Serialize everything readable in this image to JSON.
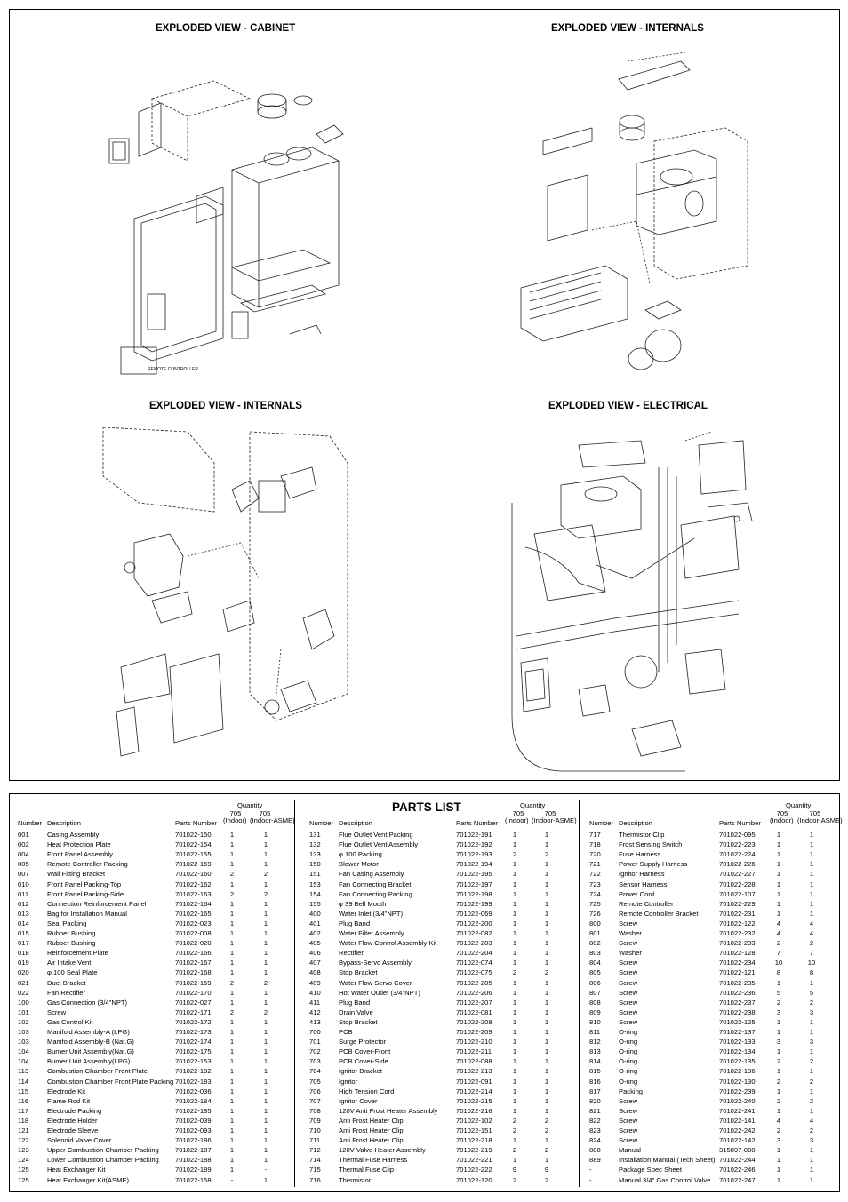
{
  "sections": {
    "cabinet": "EXPLODED VIEW - CABINET",
    "internals_top": "EXPLODED VIEW - INTERNALS",
    "internals_bottom": "EXPLODED VIEW - INTERNALS",
    "electrical": "EXPLODED VIEW - ELECTRICAL",
    "remote_controller_label": "REMOTE CONTROLLER"
  },
  "parts_list": {
    "title": "PARTS LIST",
    "header": {
      "quantity": "Quantity",
      "number": "Number",
      "description": "Description",
      "parts_number": "Parts Number",
      "q1_model": "705",
      "q1_sub": "(Indoor)",
      "q2_model": "705",
      "q2_sub": "(Indoor-ASME)"
    },
    "columns": [
      [
        [
          "001",
          "Casing Assembly",
          "701022-150",
          "1",
          "1"
        ],
        [
          "002",
          "Heat Protection Plate",
          "701022-154",
          "1",
          "1"
        ],
        [
          "004",
          "Front Panel Assembly",
          "701022-155",
          "1",
          "1"
        ],
        [
          "005",
          "Remote Controller Packing",
          "701022-159",
          "1",
          "1"
        ],
        [
          "007",
          "Wall Fitting Bracket",
          "701022-160",
          "2",
          "2"
        ],
        [
          "010",
          "Front Panel Packing-Top",
          "701022-162",
          "1",
          "1"
        ],
        [
          "011",
          "Front Panel Packing-Side",
          "701022-163",
          "2",
          "2"
        ],
        [
          "012",
          "Connection Reinforcement Panel",
          "701022-164",
          "1",
          "1"
        ],
        [
          "013",
          "Bag for Installation Manual",
          "701022-165",
          "1",
          "1"
        ],
        [
          "014",
          "Seal Packing",
          "701022-023",
          "1",
          "1"
        ],
        [
          "015",
          "Rubber Bushing",
          "701022-008",
          "1",
          "1"
        ],
        [
          "017",
          "Rubber Bushing",
          "701022-020",
          "1",
          "1"
        ],
        [
          "018",
          "Reinforcement Plate",
          "701022-166",
          "1",
          "1"
        ],
        [
          "019",
          "Air Intake Vent",
          "701022-167",
          "1",
          "1"
        ],
        [
          "020",
          "φ 100 Seal Plate",
          "701022-168",
          "1",
          "1"
        ],
        [
          "021",
          "Duct Bracket",
          "701022-169",
          "2",
          "2"
        ],
        [
          "022",
          "Fan Rectifier",
          "701022-170",
          "1",
          "1"
        ],
        [
          "100",
          "Gas Connection (3/4\"NPT)",
          "701022-027",
          "1",
          "1"
        ],
        [
          "101",
          "Screw",
          "701022-171",
          "2",
          "2"
        ],
        [
          "102",
          "Gas Control Kit",
          "701022-172",
          "1",
          "1"
        ],
        [
          "103",
          "Manifold Assembly-A (LPG)",
          "701022-173",
          "1",
          "1"
        ],
        [
          "103",
          "Manifold Assembly-B (Nat.G)",
          "701022-174",
          "1",
          "1"
        ],
        [
          "104",
          "Burner Unit Assembly(Nat.G)",
          "701022-175",
          "1",
          "1"
        ],
        [
          "104",
          "Burner Unit Assembly(LPG)",
          "701022-153",
          "1",
          "1"
        ],
        [
          "113",
          "Combustion Chamber Front Plate",
          "701022-182",
          "1",
          "1"
        ],
        [
          "114",
          "Combustion Chamber Front Plate Packing",
          "701022-183",
          "1",
          "1"
        ],
        [
          "115",
          "Electrode Kit",
          "701022-036",
          "1",
          "1"
        ],
        [
          "116",
          "Flame Rod Kit",
          "701022-184",
          "1",
          "1"
        ],
        [
          "117",
          "Electrode Packing",
          "701022-185",
          "1",
          "1"
        ],
        [
          "118",
          "Electrode Holder",
          "701022-039",
          "1",
          "1"
        ],
        [
          "121",
          "Electrode Sleeve",
          "701022-093",
          "1",
          "1"
        ],
        [
          "122",
          "Solenoid Valve Cover",
          "701022-186",
          "1",
          "1"
        ],
        [
          "123",
          "Upper Combustion Chamber Packing",
          "701022-187",
          "1",
          "1"
        ],
        [
          "124",
          "Lower Combustion Chamber Packing",
          "701022-188",
          "1",
          "1"
        ],
        [
          "125",
          "Heat Exchanger Kit",
          "701022-189",
          "1",
          "-"
        ],
        [
          "125",
          "Heat Exchanger Kit(ASME)",
          "701022-158",
          "-",
          "1"
        ]
      ],
      [
        [
          "131",
          "Flue Outlet Vent Packing",
          "701022-191",
          "1",
          "1"
        ],
        [
          "132",
          "Flue Outlet Vent Assembly",
          "701022-192",
          "1",
          "1"
        ],
        [
          "133",
          "φ 100 Packing",
          "701022-193",
          "2",
          "2"
        ],
        [
          "150",
          "Blower Motor",
          "701022-194",
          "1",
          "1"
        ],
        [
          "151",
          "Fan Casing Assembly",
          "701022-195",
          "1",
          "1"
        ],
        [
          "153",
          "Fan Connecting Bracket",
          "701022-197",
          "1",
          "1"
        ],
        [
          "154",
          "Fan Connecting Packing",
          "701022-198",
          "1",
          "1"
        ],
        [
          "155",
          "φ 39 Bell Mouth",
          "701022-199",
          "1",
          "1"
        ],
        [
          "400",
          "Water Inlet (3/4\"NPT)",
          "701022-069",
          "1",
          "1"
        ],
        [
          "401",
          "Plug Band",
          "701022-200",
          "1",
          "1"
        ],
        [
          "402",
          "Water Filter Assembly",
          "701022-082",
          "1",
          "1"
        ],
        [
          "405",
          "Water Flow Control Assembly Kit",
          "701022-203",
          "1",
          "1"
        ],
        [
          "406",
          "Rectifier",
          "701022-204",
          "1",
          "1"
        ],
        [
          "407",
          "Bypass-Servo Assembly",
          "701022-074",
          "1",
          "1"
        ],
        [
          "408",
          "Stop Bracket",
          "701022-075",
          "2",
          "2"
        ],
        [
          "409",
          "Water Flow Servo Cover",
          "701022-205",
          "1",
          "1"
        ],
        [
          "410",
          "Hot Water Outlet (3/4\"NPT)",
          "701022-206",
          "1",
          "1"
        ],
        [
          "411",
          "Plug Band",
          "701022-207",
          "1",
          "1"
        ],
        [
          "412",
          "Drain Valve",
          "701022-081",
          "1",
          "1"
        ],
        [
          "413",
          "Stop Bracket",
          "701022-208",
          "1",
          "1"
        ],
        [
          "700",
          "PCB",
          "701022-209",
          "1",
          "1"
        ],
        [
          "701",
          "Surge Protector",
          "701022-210",
          "1",
          "1"
        ],
        [
          "702",
          "PCB Cover-Front",
          "701022-211",
          "1",
          "1"
        ],
        [
          "703",
          "PCB Cover-Side",
          "701022-088",
          "1",
          "1"
        ],
        [
          "704",
          "Ignitor Bracket",
          "701022-213",
          "1",
          "1"
        ],
        [
          "705",
          "Ignitor",
          "701022-091",
          "1",
          "1"
        ],
        [
          "706",
          "High Tension Cord",
          "701022-214",
          "1",
          "1"
        ],
        [
          "707",
          "Ignitor Cover",
          "701022-215",
          "1",
          "1"
        ],
        [
          "708",
          "120V Anti Frost Heater Assembly",
          "701022-216",
          "1",
          "1"
        ],
        [
          "709",
          "Anti Frost Heater Clip",
          "701022-102",
          "2",
          "2"
        ],
        [
          "710",
          "Anti Frost Heater Clip",
          "701022-151",
          "2",
          "2"
        ],
        [
          "711",
          "Anti Frost Heater Clip",
          "701022-218",
          "1",
          "1"
        ],
        [
          "712",
          "120V Valve Heater Assembly",
          "701022-219",
          "2",
          "2"
        ],
        [
          "714",
          "Thermal Fuse Harness",
          "701022-221",
          "1",
          "1"
        ],
        [
          "715",
          "Thermal Fuse Clip",
          "701022-222",
          "9",
          "9"
        ],
        [
          "716",
          "Thermistor",
          "701022-120",
          "2",
          "2"
        ]
      ],
      [
        [
          "717",
          "Thermistor Clip",
          "701022-095",
          "1",
          "1"
        ],
        [
          "718",
          "Frost Sensing Switch",
          "701022-223",
          "1",
          "1"
        ],
        [
          "720",
          "Fuse Harness",
          "701022-224",
          "1",
          "1"
        ],
        [
          "721",
          "Power Supply Harness",
          "701022-226",
          "1",
          "1"
        ],
        [
          "722",
          "Ignitor Harness",
          "701022-227",
          "1",
          "1"
        ],
        [
          "723",
          "Sensor Harness",
          "701022-228",
          "1",
          "1"
        ],
        [
          "724",
          "Power Cord",
          "701022-107",
          "1",
          "1"
        ],
        [
          "725",
          "Remote Controller",
          "701022-229",
          "1",
          "1"
        ],
        [
          "726",
          "Remote Controller Bracket",
          "701022-231",
          "1",
          "1"
        ],
        [
          "800",
          "Screw",
          "701022-122",
          "4",
          "4"
        ],
        [
          "801",
          "Washer",
          "701022-232",
          "4",
          "4"
        ],
        [
          "802",
          "Screw",
          "701022-233",
          "2",
          "2"
        ],
        [
          "803",
          "Washer",
          "701022-128",
          "7",
          "7"
        ],
        [
          "804",
          "Screw",
          "701022-234",
          "10",
          "10"
        ],
        [
          "805",
          "Screw",
          "701022-121",
          "8",
          "8"
        ],
        [
          "806",
          "Screw",
          "701022-235",
          "1",
          "1"
        ],
        [
          "807",
          "Screw",
          "701022-236",
          "5",
          "5"
        ],
        [
          "808",
          "Screw",
          "701022-237",
          "2",
          "2"
        ],
        [
          "809",
          "Screw",
          "701022-238",
          "3",
          "3"
        ],
        [
          "810",
          "Screw",
          "701022-125",
          "1",
          "1"
        ],
        [
          "811",
          "O-ring",
          "701022-137",
          "1",
          "1"
        ],
        [
          "812",
          "O-ring",
          "701022-133",
          "3",
          "3"
        ],
        [
          "813",
          "O-ring",
          "701022-134",
          "1",
          "1"
        ],
        [
          "814",
          "O-ring",
          "701022-135",
          "2",
          "2"
        ],
        [
          "815",
          "O-ring",
          "701022-136",
          "1",
          "1"
        ],
        [
          "816",
          "O-ring",
          "701022-130",
          "2",
          "2"
        ],
        [
          "817",
          "Packing",
          "701022-239",
          "1",
          "1"
        ],
        [
          "820",
          "Screw",
          "701022-240",
          "2",
          "2"
        ],
        [
          "821",
          "Screw",
          "701022-241",
          "1",
          "1"
        ],
        [
          "822",
          "Screw",
          "701022-141",
          "4",
          "4"
        ],
        [
          "823",
          "Screw",
          "701022-242",
          "2",
          "2"
        ],
        [
          "824",
          "Screw",
          "701022-142",
          "3",
          "3"
        ],
        [
          "888",
          "Manual",
          "315897-000",
          "1",
          "1"
        ],
        [
          "889",
          "Installation Manual (Tech Sheet)",
          "701022-244",
          "1",
          "1"
        ],
        [
          "-",
          "Package Spec Sheet",
          "701022-246",
          "1",
          "1"
        ],
        [
          "-",
          "Manual 3/4\" Gas Control Valve",
          "701022-247",
          "1",
          "1"
        ]
      ]
    ]
  }
}
